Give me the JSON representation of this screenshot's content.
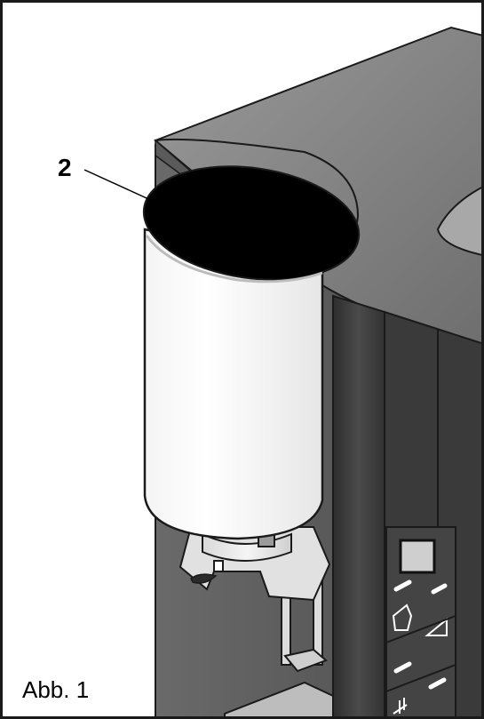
{
  "figure": {
    "caption": "Abb. 1",
    "callouts": [
      {
        "label": "2",
        "target": "bean-container-lid"
      }
    ]
  },
  "colors": {
    "housing_top": "#8c8c8c",
    "housing_side": "#555555",
    "panel_strip": "#3f3f3f",
    "container_body": "#ffffff",
    "lid": "#000000",
    "outline": "#1a1a1a"
  },
  "icons": [
    "display-icon",
    "pot-icon",
    "triangle-icon",
    "steam-icon"
  ]
}
